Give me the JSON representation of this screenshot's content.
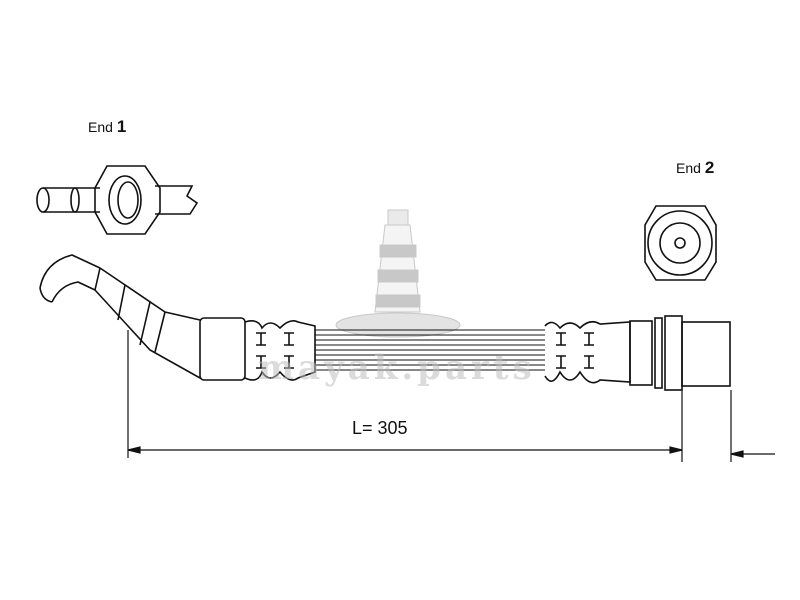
{
  "diagram": {
    "end1": {
      "label": "End",
      "number": "1"
    },
    "end2": {
      "label": "End",
      "number": "2"
    },
    "length_label": "L= 305",
    "watermark": "mayak.parts"
  }
}
